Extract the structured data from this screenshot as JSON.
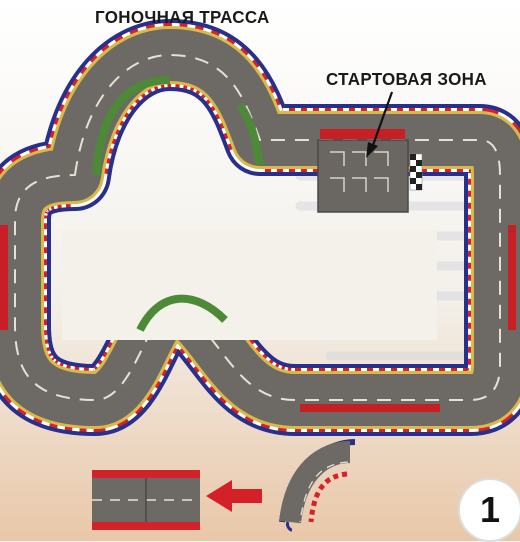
{
  "title": "ГОНОЧНАЯ ТРАССА",
  "start_zone_label": "СТАРТОВАЯ ЗОНА",
  "step_number": "1",
  "colors": {
    "asphalt": "#6d6a66",
    "edge_yellow": "#d9b94a",
    "kerb_red": "#d2232a",
    "kerb_white": "#ffffff",
    "barrier_blue": "#27308c",
    "barrier_red": "#c81f26",
    "barrier_green": "#4d8a37",
    "arrow_red": "#d42027"
  },
  "icons": [
    "checkered-flag-icon",
    "red-arrow-icon",
    "pointer-line-icon"
  ]
}
